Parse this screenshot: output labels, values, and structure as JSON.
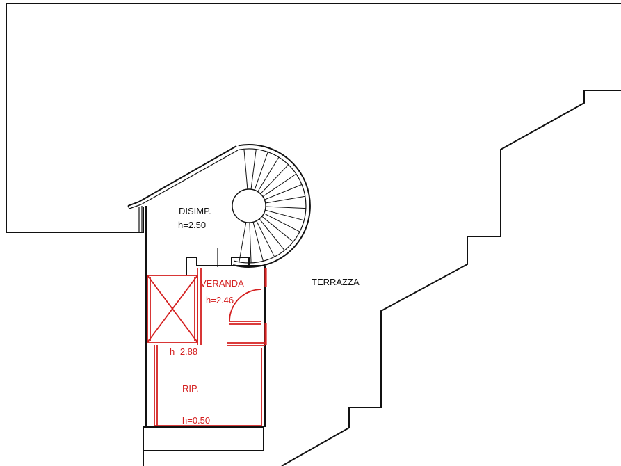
{
  "rooms": {
    "disimp": {
      "name": "DISIMP.",
      "height": "h=2.50"
    },
    "veranda": {
      "name": "VERANDA",
      "height": "h=2.46"
    },
    "terrazza": {
      "name": "TERRAZZA"
    },
    "rip": {
      "name": "RIP.",
      "height_top": "h=2.88",
      "height_bottom": "h=0.50"
    }
  },
  "colors": {
    "existing_walls": "#111111",
    "new_work": "#d42020",
    "background": "#ffffff"
  }
}
